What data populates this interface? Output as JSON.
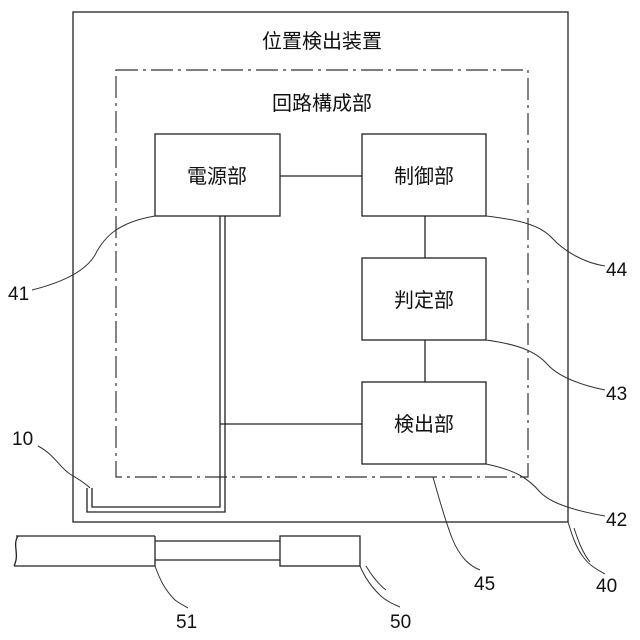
{
  "diagram": {
    "outer_title": "位置検出装置",
    "inner_title": "回路構成部",
    "blocks": {
      "power": "電源部",
      "control": "制御部",
      "judge": "判定部",
      "detect": "検出部"
    },
    "refs": {
      "r10": "10",
      "r40": "40",
      "r41": "41",
      "r42": "42",
      "r43": "43",
      "r44": "44",
      "r45": "45",
      "r50": "50",
      "r51": "51"
    }
  }
}
